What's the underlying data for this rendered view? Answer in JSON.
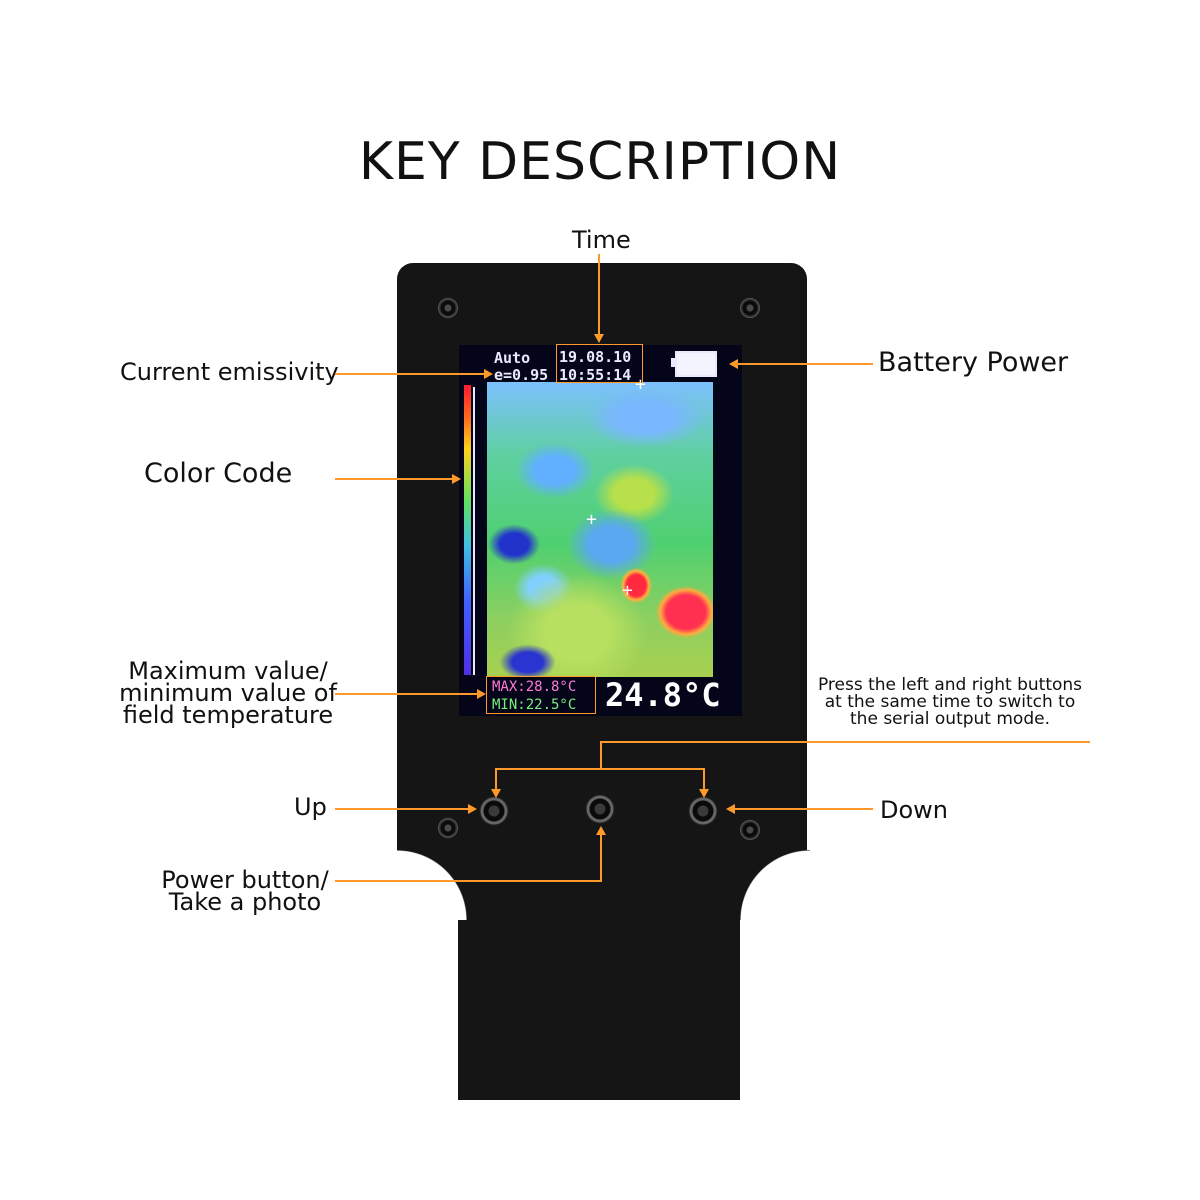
{
  "title": "KEY DESCRIPTION",
  "labels": {
    "time": "Time",
    "current_emissivity": "Current emissivity",
    "battery_power": "Battery Power",
    "color_code": "Color Code",
    "max_min_line1": "Maximum value/",
    "max_min_line2": "minimum value of",
    "max_min_line3": "field temperature",
    "serial_line1": "Press the left and right buttons",
    "serial_line2": "at the same time to switch to",
    "serial_line3": "the serial output mode.",
    "up": "Up",
    "down": "Down",
    "power_line1": "Power button/",
    "power_line2": "Take a photo"
  },
  "screen": {
    "mode": "Auto",
    "emissivity": "e=0.95",
    "date": "19.08.10",
    "time": "10:55:14",
    "max": "MAX:28.8°C",
    "min": "MIN:22.5°C",
    "center_temp": "24.8°C"
  },
  "colors": {
    "accent": "#ff9a2a",
    "device": "#151515",
    "screen_bg": "#05051a",
    "lcd_text": "#e8e8ff",
    "max_text": "#ff7ad8",
    "min_text": "#7af07a"
  }
}
